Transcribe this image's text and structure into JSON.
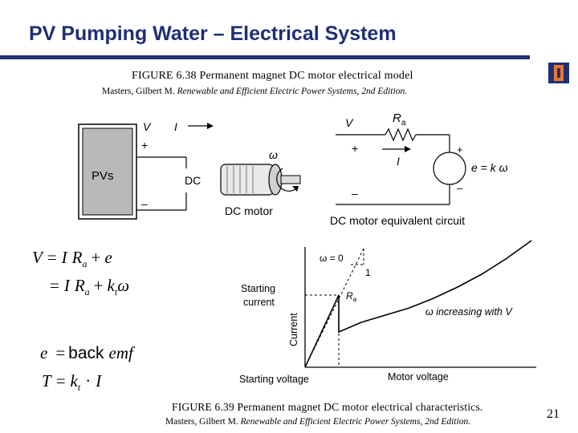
{
  "slide": {
    "title": "PV Pumping Water – Electrical System",
    "page_number": "21",
    "colors": {
      "title": "#1f2f74",
      "logo_orange": "#e8772e",
      "pv_fill": "#b9b9b9"
    }
  },
  "figure1": {
    "caption": "FIGURE 6.38 Permanent magnet DC motor electrical model",
    "source_prefix": "Masters, Gilbert M. ",
    "source_italic": "Renewable and Efficient Electric Power Systems, 2nd Edition."
  },
  "figure2": {
    "caption": "FIGURE 6.39 Permanent magnet DC motor electrical characteristics.",
    "source_prefix": "Masters, Gilbert M. ",
    "source_italic": "Renewable and Efficient Electric Power Systems, 2nd Edition."
  },
  "diagram1": {
    "v": "V",
    "i": "I",
    "plus": "+",
    "minus": "–",
    "pvs": "PVs",
    "dc": "DC",
    "omega": "ω",
    "motor_label": "DC motor"
  },
  "diagram2": {
    "v": "V",
    "ra_main": "R",
    "ra_sub": "a",
    "i": "I",
    "plus": "+",
    "minus": "–",
    "emf": "e = k ω",
    "label": "DC motor equivalent circuit"
  },
  "graph": {
    "omega_zero": "ω = 0",
    "one": "1",
    "ra_main": "R",
    "ra_sub": "a",
    "starting_current_1": "Starting",
    "starting_current_2": "current",
    "ylabel": "Current",
    "xlabel": "Motor voltage",
    "starting_voltage": "Starting voltage",
    "curve_label_1": "ω increasing with ",
    "curve_label_2": "V"
  },
  "equations": {
    "eq1_lhs": "V",
    "eq1_eq": "=",
    "eq1_i": "I",
    "eq1_r": "R",
    "eq1_a": "a",
    "eq1_plus": "+",
    "eq1_e": "e",
    "eq2_eq": "=",
    "eq2_i": "I",
    "eq2_r": "R",
    "eq2_a": "a",
    "eq2_plus": "+",
    "eq2_k": "k",
    "eq2_sub": "t",
    "eq2_w": "ω",
    "eq3_e": "e",
    "eq3_eq": "=",
    "eq3_back": "back",
    "eq3_emf": "emf",
    "eq4_t": "T",
    "eq4_eq": "=",
    "eq4_k": "k",
    "eq4_sub": "t",
    "eq4_dot": "·",
    "eq4_i": "I"
  }
}
